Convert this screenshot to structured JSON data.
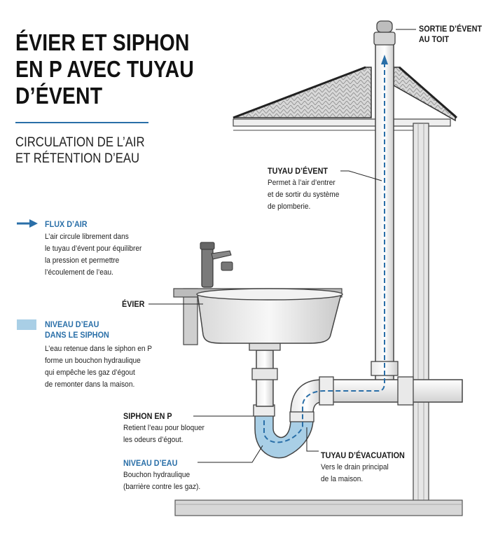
{
  "title_lines": [
    "ÉVIER ET SIPHON",
    "EN P AVEC TUYAU",
    "D’ÉVENT"
  ],
  "subtitle_lines": [
    "CIRCULATION DE L’AIR",
    "ET RÉTENTION D’EAU"
  ],
  "legend": {
    "airflow": {
      "title": "FLUX D’AIR",
      "lines": [
        "L’air circule librement dans",
        "le tuyau d’évent pour équilibrer",
        "la pression et permettre",
        "l’écoulement de l’eau."
      ],
      "color": "#2a6fa8"
    },
    "water": {
      "title_lines": [
        "NIVEAU D’EAU",
        "DANS LE SIPHON"
      ],
      "lines": [
        "L’eau retenue dans le siphon en P",
        "forme un bouchon hydraulique",
        "qui empêche les gaz d’égout",
        "de remonter dans la maison."
      ],
      "color": "#a9cfe6"
    }
  },
  "labels": {
    "roof_vent": {
      "title_lines": [
        "SORTIE D’ÉVENT",
        "AU TOIT"
      ]
    },
    "vent_pipe": {
      "title": "TUYAU D’ÉVENT",
      "lines": [
        "Permet à l’air d’entrer",
        "et de sortir du système",
        "de plomberie."
      ]
    },
    "sink": {
      "title": "ÉVIER"
    },
    "p_trap": {
      "title": "SIPHON EN P",
      "lines": [
        "Retient l’eau pour bloquer",
        "les odeurs d’égout."
      ]
    },
    "water_level": {
      "title": "NIVEAU D’EAU",
      "lines": [
        "Bouchon hydraulique",
        "(barrière contre les gaz)."
      ]
    },
    "drain": {
      "title": "TUYAU D’ÉVACUATION",
      "lines": [
        "Vers le drain principal",
        "de la maison."
      ]
    }
  }
}
